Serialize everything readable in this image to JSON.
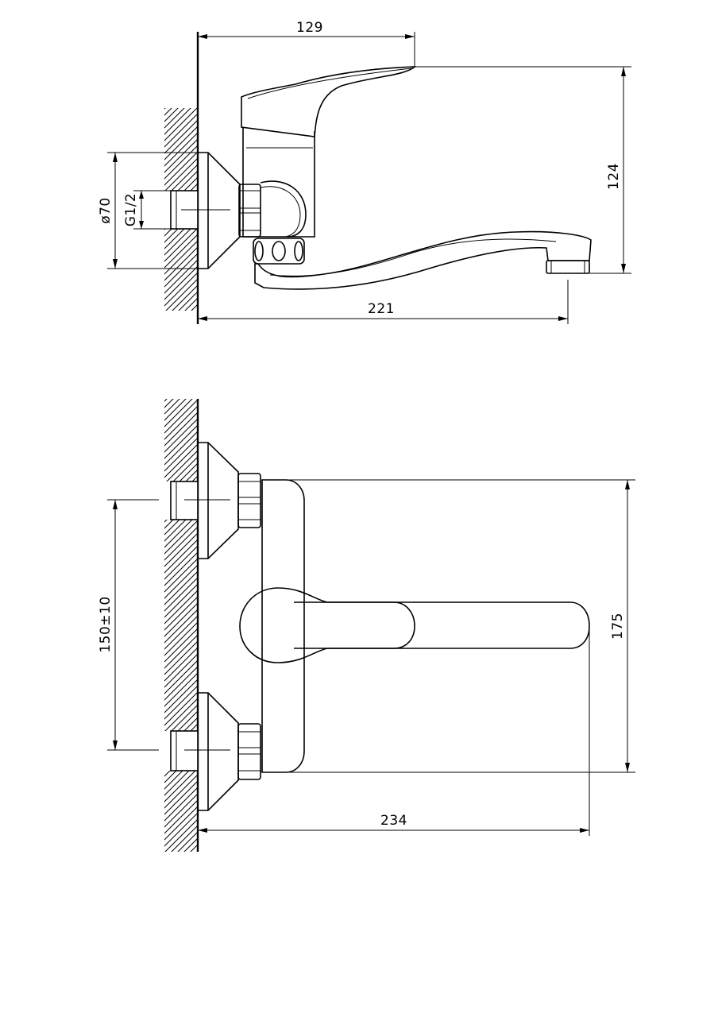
{
  "side_view": {
    "dim_depth": "129",
    "dim_height": "124",
    "dim_flange_diameter": "ø70",
    "dim_thread": "G1/2",
    "dim_spout_reach": "221"
  },
  "top_view": {
    "dim_inlet_spacing": "150±10",
    "dim_width": "175",
    "dim_total_reach": "234"
  }
}
